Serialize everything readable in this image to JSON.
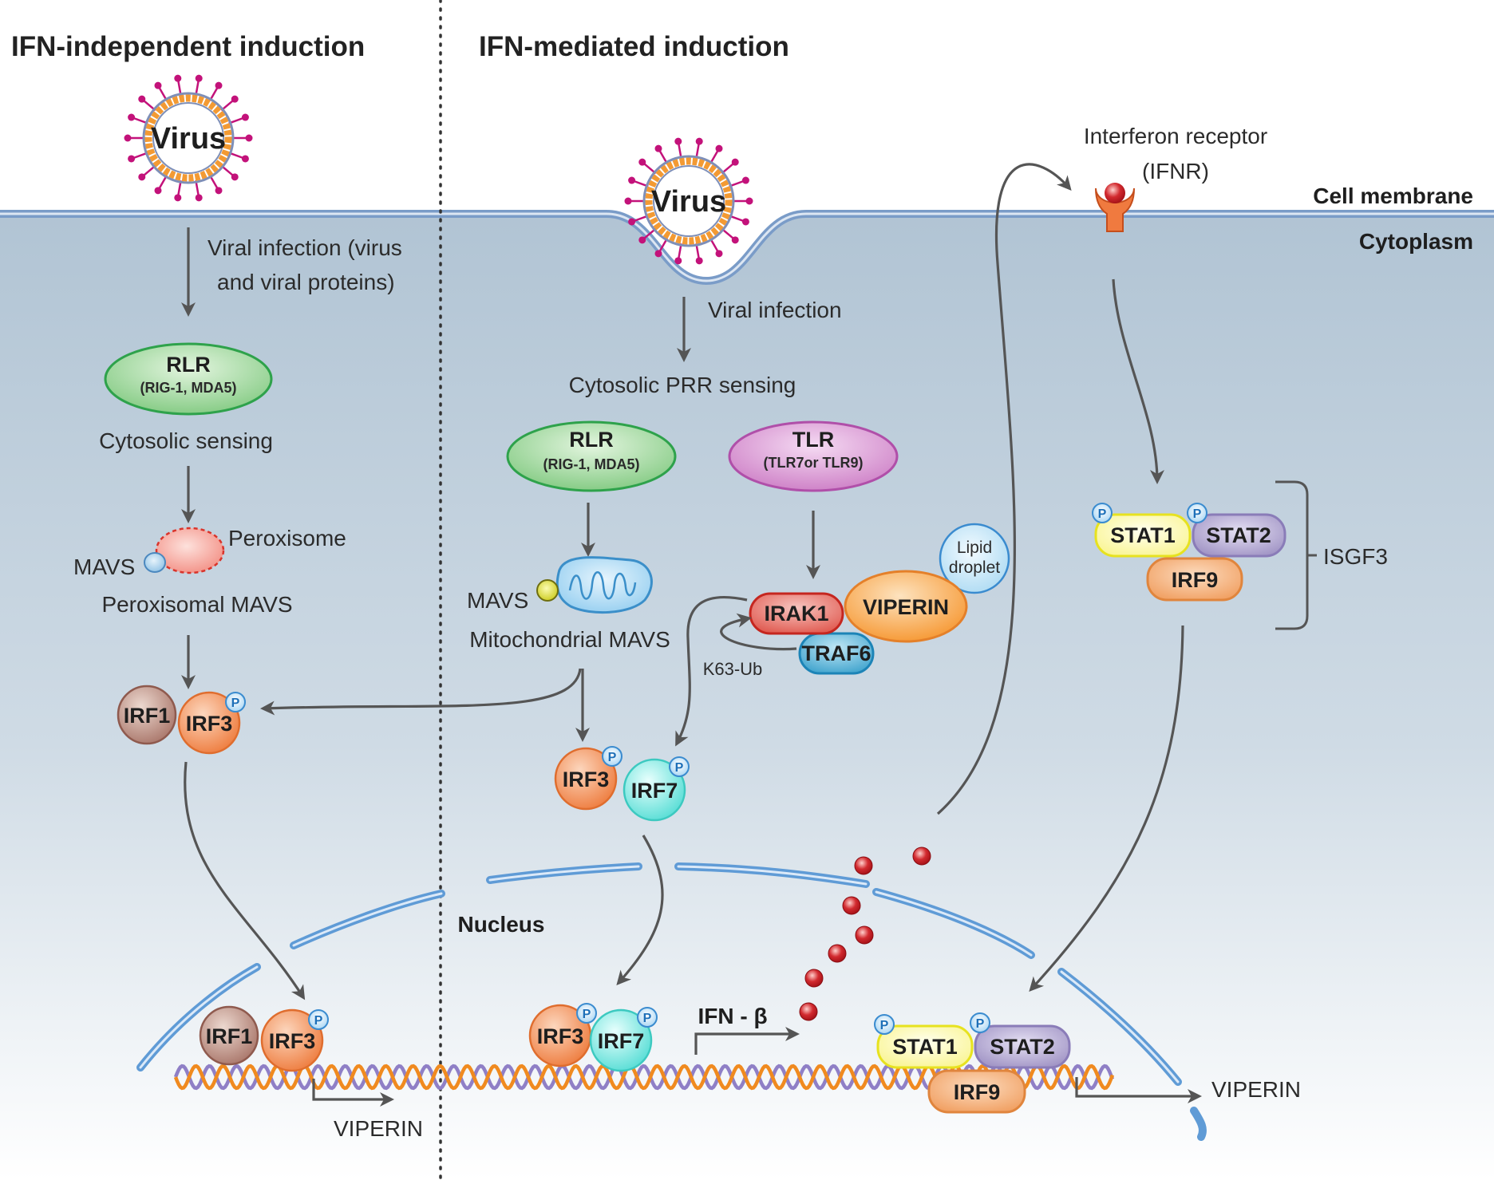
{
  "headers": {
    "left": "IFN-independent induction",
    "right": "IFN-mediated induction"
  },
  "compartments": {
    "cell_membrane": "Cell membrane",
    "cytoplasm": "Cytoplasm",
    "nucleus": "Nucleus"
  },
  "left_panel": {
    "virus": "Virus",
    "viral_infection_line1": "Viral infection (virus",
    "viral_infection_line2": "and viral proteins)",
    "rlr_name": "RLR",
    "rlr_sub": "(RIG-1, MDA5)",
    "cytosolic_sensing": "Cytosolic sensing",
    "peroxisome": "Peroxisome",
    "mavs": "MAVS",
    "peroxisomal_mavs": "Peroxisomal MAVS",
    "irf1": "IRF1",
    "irf3": "IRF3",
    "viperin": "VIPERIN"
  },
  "middle_panel": {
    "virus": "Virus",
    "viral_infection": "Viral infection",
    "cytosolic_prr": "Cytosolic PRR sensing",
    "rlr_name": "RLR",
    "rlr_sub": "(RIG-1, MDA5)",
    "tlr_name": "TLR",
    "tlr_sub": "(TLR7or TLR9)",
    "mavs": "MAVS",
    "mitochondrial_mavs": "Mitochondrial MAVS",
    "lipid_line1": "Lipid",
    "lipid_line2": "droplet",
    "irak1": "IRAK1",
    "viperin": "VIPERIN",
    "traf6": "TRAF6",
    "k63": "K63-Ub",
    "irf3": "IRF3",
    "irf7": "IRF7",
    "ifn_beta": "IFN - β"
  },
  "right_panel": {
    "receptor_line1": "Interferon receptor",
    "receptor_line2": "(IFNR)",
    "stat1": "STAT1",
    "stat2": "STAT2",
    "irf9": "IRF9",
    "isgf3": "ISGF3",
    "viperin": "VIPERIN"
  },
  "phospho": "P",
  "colors": {
    "cytoplasm_top": "#b3c6d6",
    "cytoplasm_bottom": "#ffffff",
    "membrane": "#7a9cc8",
    "nuclear_envelope": "#7fb2e3",
    "virus_capsid": "#f39a33",
    "virus_spike": "#c3127a",
    "rlr_fill": "#9dd59a",
    "tlr_fill": "#d68fcf",
    "irf1_fill": "#b88977",
    "irf3_fill": "#f08a52",
    "irf7_fill": "#7ee8e0",
    "irak1_fill": "#e86a5f",
    "viperin_fill": "#f7a33e",
    "traf6_fill": "#47acd4",
    "stat1_fill": "#fdfaa5",
    "stat2_fill": "#a99dc9",
    "irf9_fill": "#f3a970",
    "ifn_dot": "#b3121a",
    "dna_strand_a": "#f08a1f",
    "dna_strand_b": "#8f7fc6"
  }
}
